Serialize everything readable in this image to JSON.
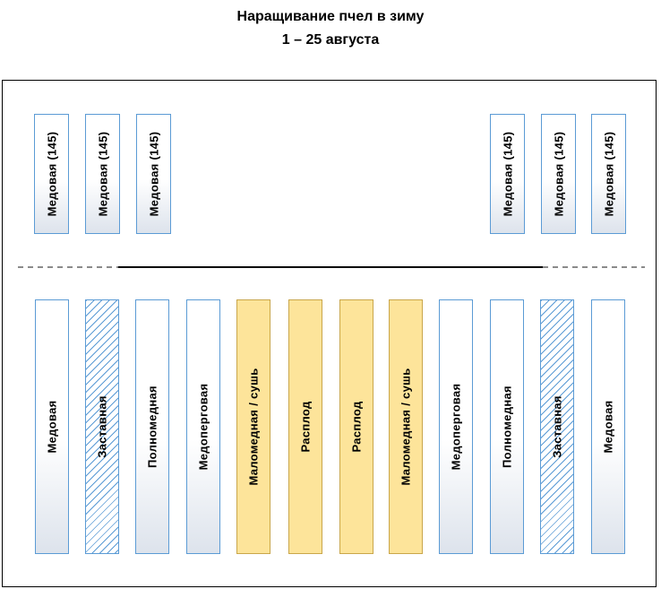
{
  "title": {
    "line1": "Наращивание пчел в зиму",
    "line2": "1 – 25 августа"
  },
  "top_frames": [
    {
      "label": "Медовая (145)",
      "type": "honey-145"
    },
    {
      "label": "Медовая (145)",
      "type": "honey-145"
    },
    {
      "label": "Медовая (145)",
      "type": "honey-145"
    },
    {
      "label": "Медовая (145)",
      "type": "honey-145"
    },
    {
      "label": "Медовая (145)",
      "type": "honey-145"
    },
    {
      "label": "Медовая (145)",
      "type": "honey-145"
    }
  ],
  "bottom_frames": [
    {
      "label": "Медовая",
      "style": "plain"
    },
    {
      "label": "Заставная",
      "style": "hatched"
    },
    {
      "label": "Полномедная",
      "style": "plain"
    },
    {
      "label": "Медоперговая",
      "style": "plain"
    },
    {
      "label": "Маломедная / сушь",
      "style": "brood"
    },
    {
      "label": "Расплод",
      "style": "brood"
    },
    {
      "label": "Расплод",
      "style": "brood"
    },
    {
      "label": "Маломедная / сушь",
      "style": "brood"
    },
    {
      "label": "Медоперговая",
      "style": "plain"
    },
    {
      "label": "Полномедная",
      "style": "plain"
    },
    {
      "label": "Заставная",
      "style": "hatched"
    },
    {
      "label": "Медовая",
      "style": "plain"
    }
  ],
  "colors": {
    "frame_border": "#5b9bd5",
    "brood_fill": "#fde49a",
    "brood_border": "#c9a64a",
    "hatch": "#5b9bd5"
  }
}
